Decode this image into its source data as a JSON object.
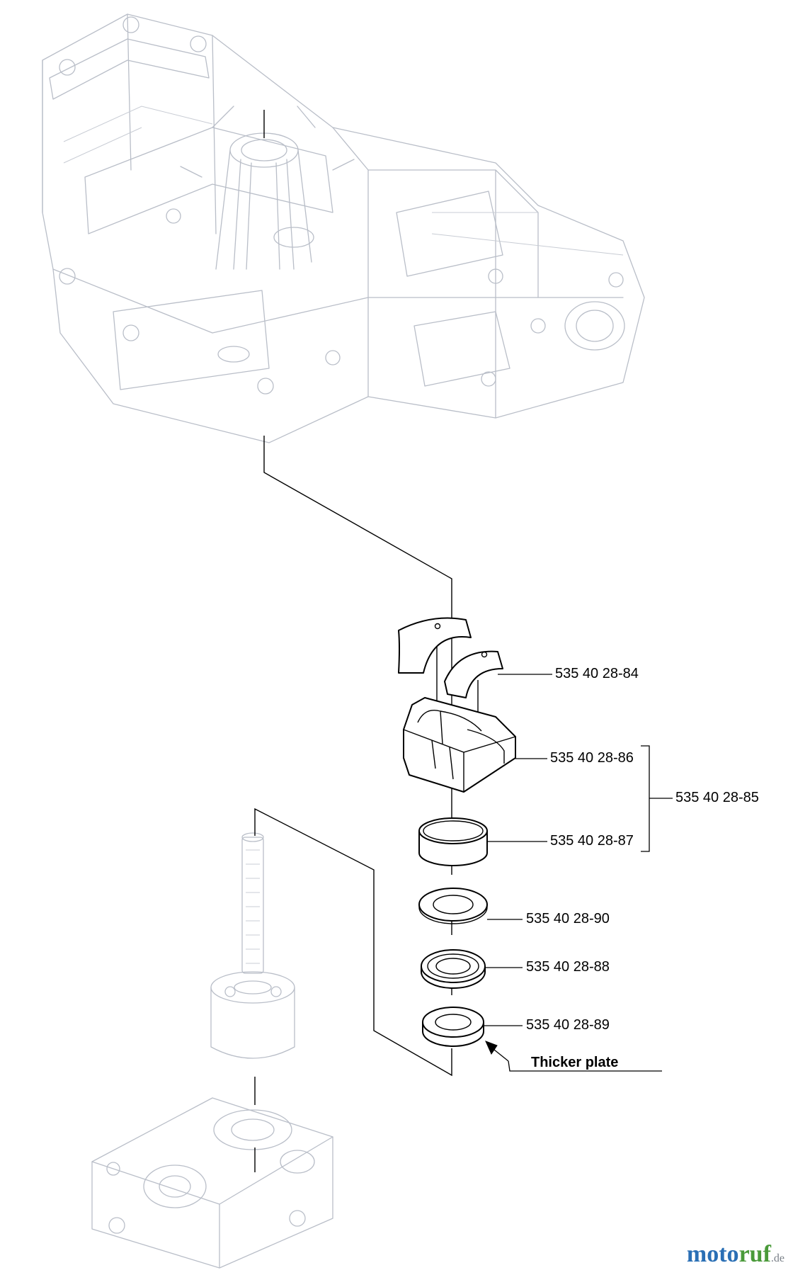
{
  "diagram": {
    "callouts": [
      {
        "id": "c84",
        "text": "535 40 28-84"
      },
      {
        "id": "c86",
        "text": "535 40 28-86"
      },
      {
        "id": "c85",
        "text": "535 40 28-85"
      },
      {
        "id": "c87",
        "text": "535 40 28-87"
      },
      {
        "id": "c90",
        "text": "535 40 28-90"
      },
      {
        "id": "c88",
        "text": "535 40 28-88"
      },
      {
        "id": "c89",
        "text": "535 40 28-89"
      }
    ],
    "annotation": "Thicker plate"
  },
  "brand": {
    "part1": "moto",
    "part2": "ruf",
    "suffix": ".de"
  },
  "colors": {
    "ghost_outline": "#b9bec8",
    "part_outline": "#000000",
    "brand_blue": "#2a6fb5",
    "brand_green": "#4a9a3a"
  }
}
